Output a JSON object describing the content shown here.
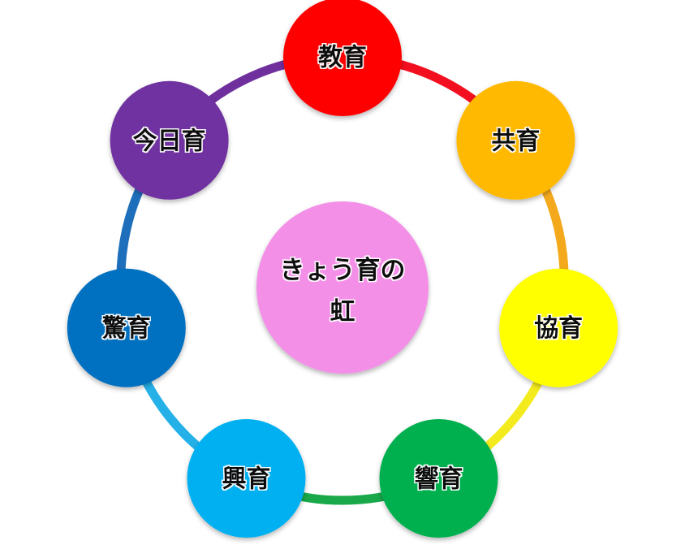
{
  "diagram": {
    "center": {
      "line1": "きょう育の",
      "line2": "虹",
      "color": "#F48FE8"
    },
    "nodes": [
      {
        "label": "教育",
        "color": "#FF0000",
        "ring_color": "#F20F1F"
      },
      {
        "label": "共育",
        "color": "#FFB900",
        "ring_color": "#F3A91B"
      },
      {
        "label": "協育",
        "color": "#FFFF00",
        "ring_color": "#F4EB1E"
      },
      {
        "label": "響育",
        "color": "#00B050",
        "ring_color": "#19A84A"
      },
      {
        "label": "興育",
        "color": "#00B0F0",
        "ring_color": "#25B0E8"
      },
      {
        "label": "驚育",
        "color": "#0070C0",
        "ring_color": "#1E6FBB"
      },
      {
        "label": "今日育",
        "color": "#7030A0",
        "ring_color": "#6F2F9D"
      }
    ]
  }
}
